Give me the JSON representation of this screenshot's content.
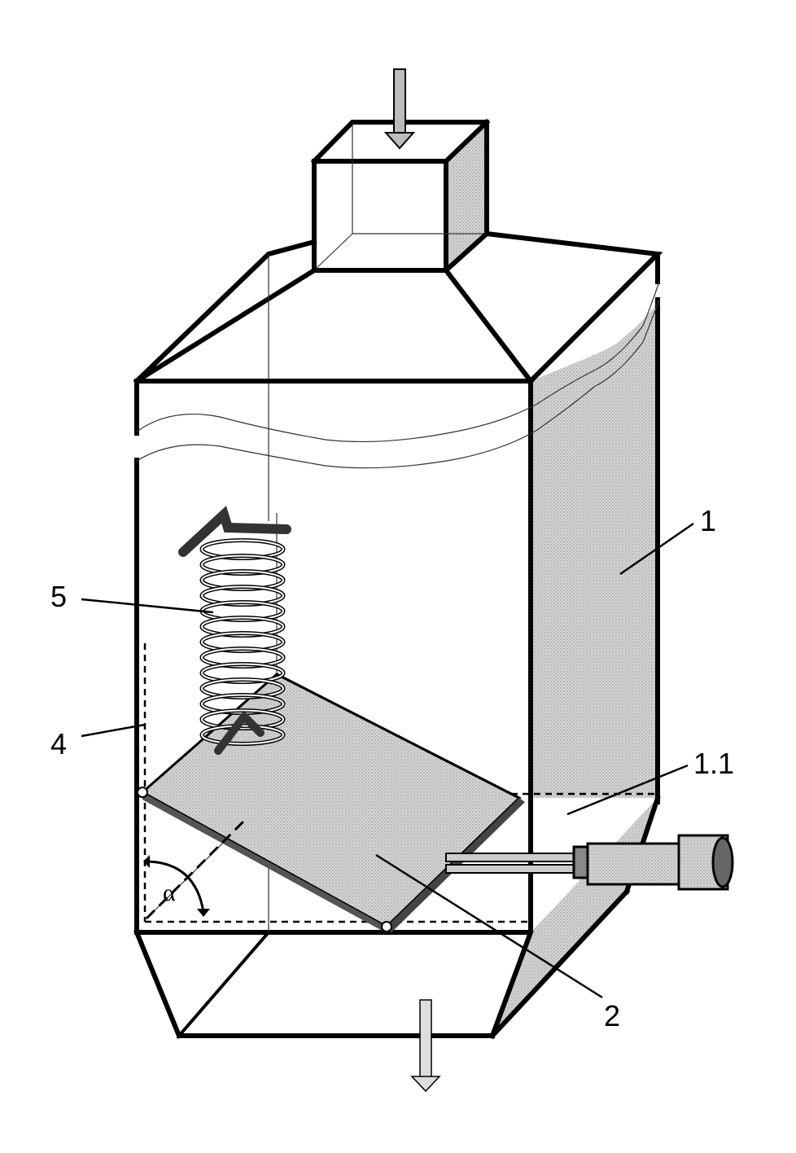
{
  "labels": {
    "housing": "1",
    "outlet_section": "1.1",
    "plate": "2",
    "guide": "4",
    "spring": "5",
    "angle": "α"
  },
  "colors": {
    "stroke": "#000000",
    "shade": "#cfcfcf",
    "shade_dark": "#a8a8a8",
    "background": "#ffffff"
  },
  "icons": {
    "inlet_arrow": "down-arrow-icon",
    "outlet_arrow": "down-arrow-icon"
  }
}
